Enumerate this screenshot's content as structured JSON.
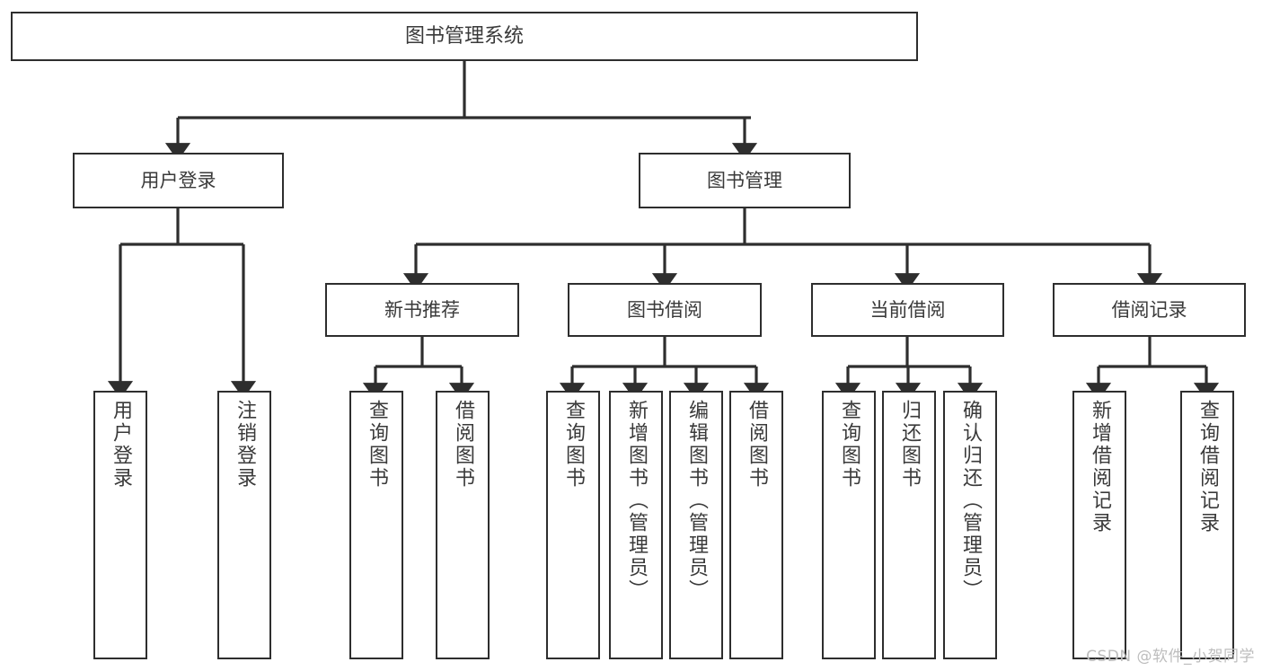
{
  "diagram": {
    "type": "tree-hierarchy",
    "title": "图书管理系统",
    "root": {
      "id": "root",
      "label": "图书管理系统"
    },
    "level2": [
      {
        "id": "user-login",
        "label": "用户登录"
      },
      {
        "id": "book-manage",
        "label": "图书管理"
      }
    ],
    "level3": [
      {
        "id": "new-book-rec",
        "label": "新书推荐",
        "parent": "book-manage"
      },
      {
        "id": "book-borrow",
        "label": "图书借阅",
        "parent": "book-manage"
      },
      {
        "id": "current-borrow",
        "label": "当前借阅",
        "parent": "book-manage"
      },
      {
        "id": "borrow-record",
        "label": "借阅记录",
        "parent": "book-manage"
      }
    ],
    "leaves": [
      {
        "id": "leaf-user-login",
        "label": "用户登录",
        "parent": "user-login"
      },
      {
        "id": "leaf-user-logout",
        "label": "注销登录",
        "parent": "user-login"
      },
      {
        "id": "leaf-query-book-1",
        "label": "查询图书",
        "parent": "new-book-rec"
      },
      {
        "id": "leaf-borrow-book-1",
        "label": "借阅图书",
        "parent": "new-book-rec"
      },
      {
        "id": "leaf-query-book-2",
        "label": "查询图书",
        "parent": "book-borrow"
      },
      {
        "id": "leaf-add-book",
        "label": "新增图书（管理员）",
        "parent": "book-borrow"
      },
      {
        "id": "leaf-edit-book",
        "label": "编辑图书（管理员）",
        "parent": "book-borrow"
      },
      {
        "id": "leaf-borrow-book-2",
        "label": "借阅图书",
        "parent": "book-borrow"
      },
      {
        "id": "leaf-query-book-3",
        "label": "查询图书",
        "parent": "current-borrow"
      },
      {
        "id": "leaf-return-book",
        "label": "归还图书",
        "parent": "current-borrow"
      },
      {
        "id": "leaf-confirm-return",
        "label": "确认归还（管理员）",
        "parent": "current-borrow"
      },
      {
        "id": "leaf-add-record",
        "label": "新增借阅记录",
        "parent": "borrow-record"
      },
      {
        "id": "leaf-query-record",
        "label": "查询借阅记录",
        "parent": "borrow-record"
      }
    ],
    "colors": {
      "stroke": "#2e2e2e",
      "box_fill": "#ffffff",
      "text": "#3a3a3a",
      "watermark": "#bdbdbd",
      "background": "#ffffff"
    }
  },
  "watermark": {
    "text": "CSDN @软件_小贺同学"
  }
}
